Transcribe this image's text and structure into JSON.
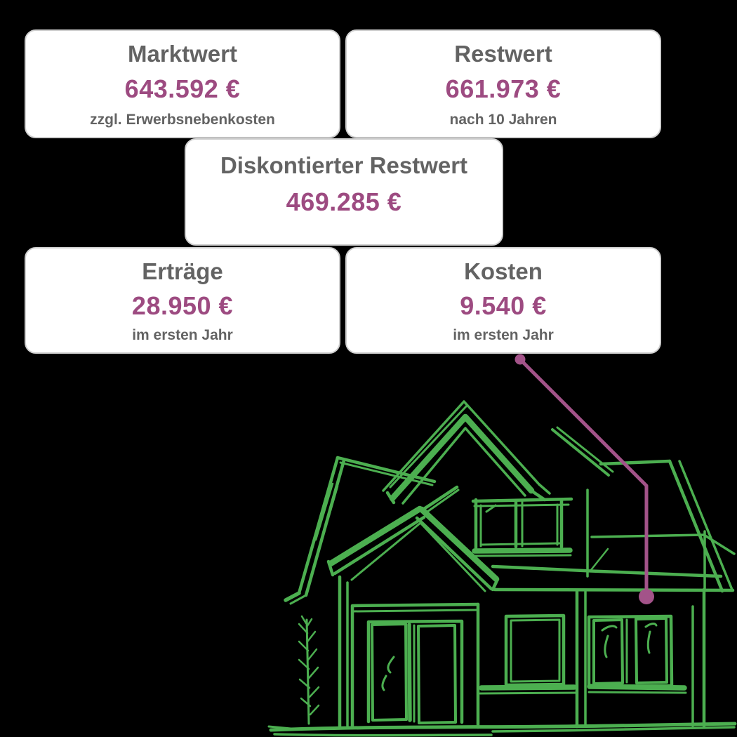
{
  "cards": [
    {
      "id": "marktwert",
      "title": "Marktwert",
      "value": "643.592 €",
      "subtitle": "zzgl. Erwerbsnebenkosten"
    },
    {
      "id": "restwert",
      "title": "Restwert",
      "value": "661.973 €",
      "subtitle": "nach 10 Jahren"
    },
    {
      "id": "diskontierter-restwert",
      "title": "Diskontierter Restwert",
      "value": "469.285 €",
      "subtitle": ""
    },
    {
      "id": "ertraege",
      "title": "Erträge",
      "value": "28.950 €",
      "subtitle": "im ersten Jahr"
    },
    {
      "id": "kosten",
      "title": "Kosten",
      "value": "9.540 €",
      "subtitle": "im ersten Jahr"
    }
  ],
  "illustration": {
    "type": "hand-drawn house sketch",
    "connector_links": "Kosten card to lower-right part of the house"
  },
  "colors": {
    "background": "#000000",
    "card_bg": "#ffffff",
    "card_border": "#cfcfcf",
    "title_gray": "#636363",
    "value_purple": "#9d4b81",
    "house_green": "#4caf50",
    "connector_purple": "#a35389"
  }
}
